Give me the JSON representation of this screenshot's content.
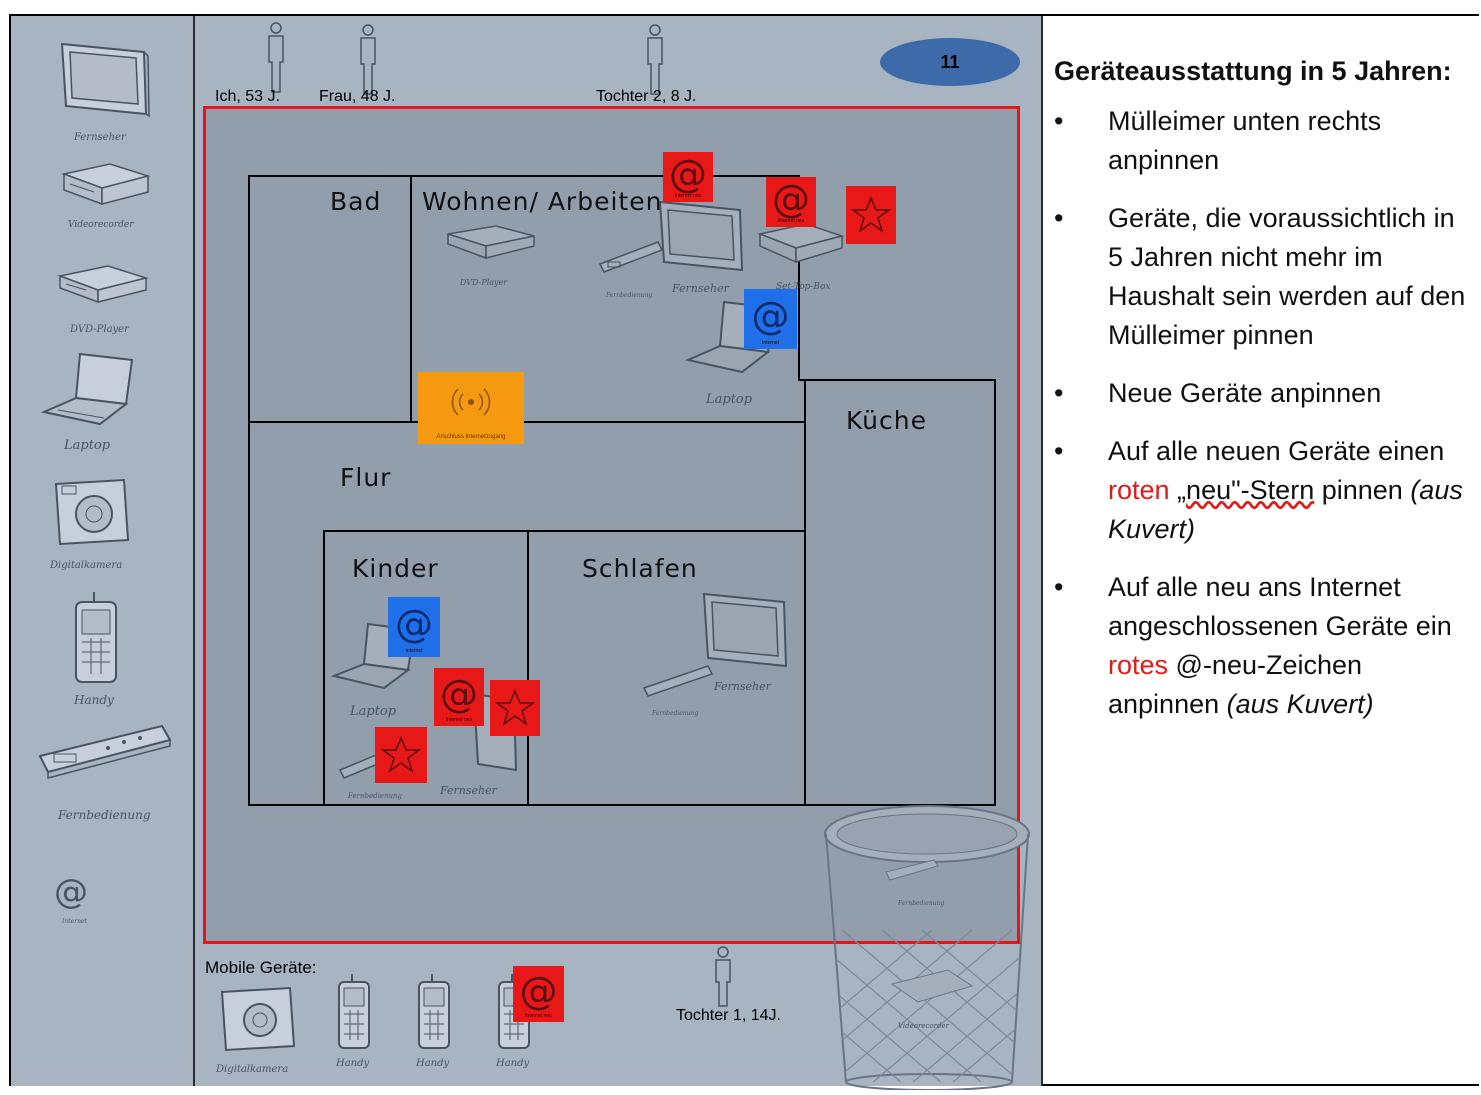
{
  "badge": {
    "number": "11"
  },
  "people_top": [
    "Ich, 53 J.",
    "Frau, 48 J.",
    "Tochter 2, 8 J."
  ],
  "person_bottom": "Tochter 1, 14J.",
  "rooms": {
    "bad": "Bad",
    "wohnen": "Wohnen/ Arbeiten",
    "kueche": "Küche",
    "flur": "Flur",
    "kinder": "Kinder",
    "schlafen": "Schlafen"
  },
  "sidebar": {
    "items": [
      {
        "label": "Fernseher",
        "icon": "tv-icon"
      },
      {
        "label": "Videorecorder",
        "icon": "video-recorder-icon"
      },
      {
        "label": "DVD-Player",
        "icon": "dvd-player-icon"
      },
      {
        "label": "Laptop",
        "icon": "laptop-icon"
      },
      {
        "label": "Digitalkamera",
        "icon": "camera-icon"
      },
      {
        "label": "Handy",
        "icon": "phone-icon"
      },
      {
        "label": "Fernbedienung",
        "icon": "remote-icon"
      },
      {
        "label": "Internet",
        "icon": "at-icon"
      }
    ]
  },
  "plan_devices": {
    "wohnen_dvd": "DVD-Player",
    "wohnen_remote": "Fernbedienung",
    "wohnen_tv": "Fernseher",
    "wohnen_settop": "Set-Top-Box",
    "wohnen_laptop": "Laptop",
    "kinder_laptop": "Laptop",
    "kinder_remote": "Fernbedienung",
    "kinder_tv": "Fernseher",
    "schlafen_tv": "Fernseher",
    "schlafen_remote": "Fernbedienung",
    "trash_remote": "Fernbedienung",
    "trash_video": "Videorecorder"
  },
  "pins": {
    "at_symbol": "@",
    "internet_neu": "Internet neu",
    "internet": "Internet",
    "router_label": "Anschluss Internetzugang"
  },
  "mobile": {
    "label": "Mobile Geräte:",
    "items": [
      "Digitalkamera",
      "Handy",
      "Handy",
      "Handy"
    ]
  },
  "instructions": {
    "heading": "Geräteausstattung in 5 Jahren:",
    "bullet_char": "•",
    "b1": "Mülleimer unten rechts anpinnen",
    "b2": "Geräte, die voraussichtlich in 5 Jahren nicht mehr im Haushalt sein werden auf den Mülleimer pinnen",
    "b3": "Neue Geräte anpinnen",
    "b4_pre": "Auf alle neuen Geräte einen ",
    "b4_red": "roten",
    "b4_mid": " „",
    "b4_wavy": "neu\"-Stern",
    "b4_post": " pinnen ",
    "b4_it": "(aus Kuvert)",
    "b5_pre": "Auf alle neu ans Internet angeschlossenen Geräte ein ",
    "b5_red": "rotes",
    "b5_post": " @-neu-Zeichen anpinnen ",
    "b5_it": "(aus Kuvert)"
  },
  "colors": {
    "panel": "#a8b4c2",
    "red_frame": "#e8141a",
    "pin_red": "#e81818",
    "pin_blue": "#1e6fe8",
    "router": "#f59a10",
    "badge": "#3d6aa8"
  }
}
